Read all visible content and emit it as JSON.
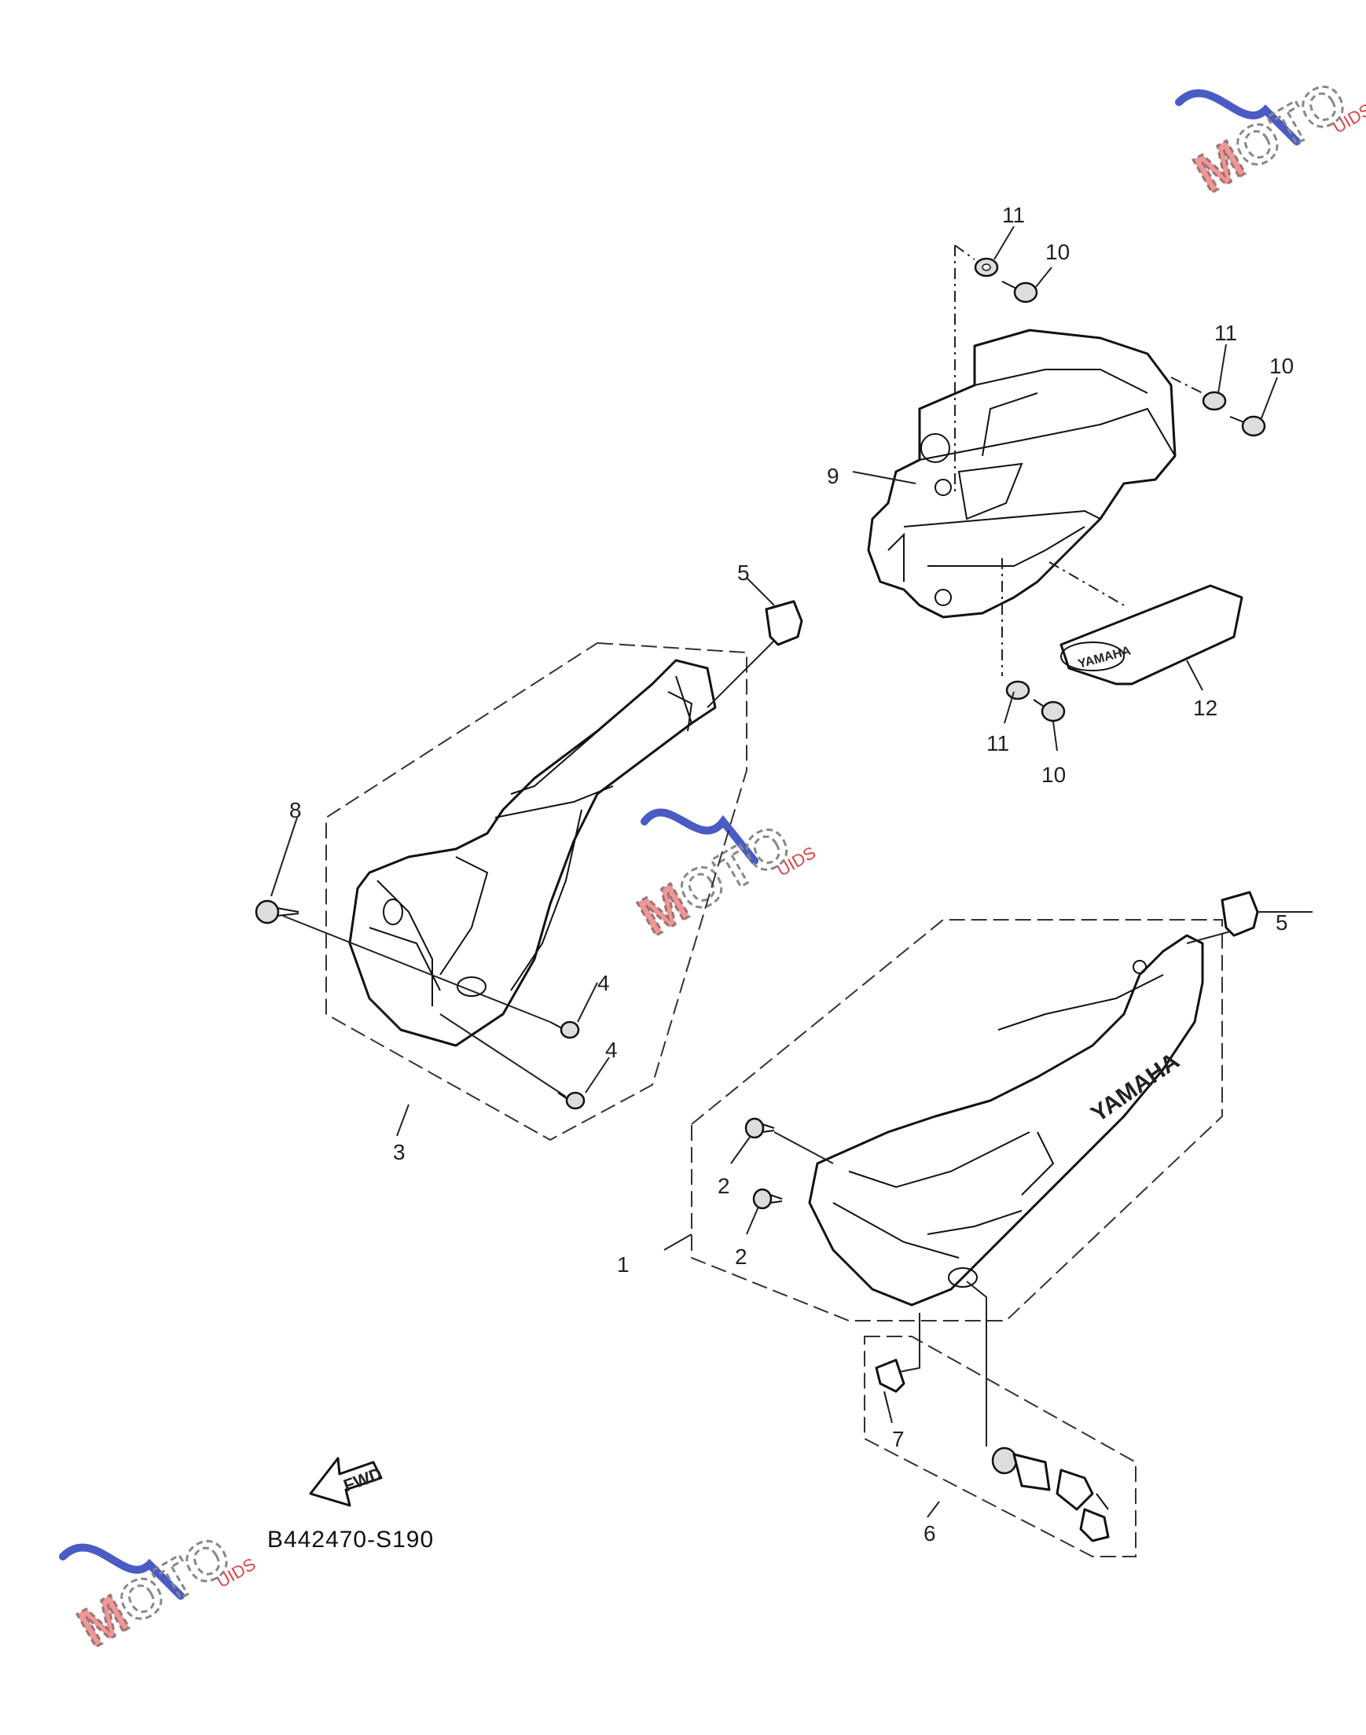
{
  "diagram": {
    "drawing_code": "B442470-S190",
    "fwd_label": "FWD",
    "brand_embossing": "YAMAHA",
    "watermark_text": "MOTO GUIDS",
    "colors": {
      "line": "#111111",
      "background": "#ffffff",
      "watermark_red": "#d94545",
      "watermark_blue": "#4a5bc4",
      "watermark_gray": "#888888"
    },
    "callouts": [
      "1",
      "2",
      "2",
      "3",
      "4",
      "4",
      "5",
      "5",
      "6",
      "7",
      "8",
      "9",
      "10",
      "10",
      "10",
      "11",
      "11",
      "11",
      "12"
    ]
  }
}
